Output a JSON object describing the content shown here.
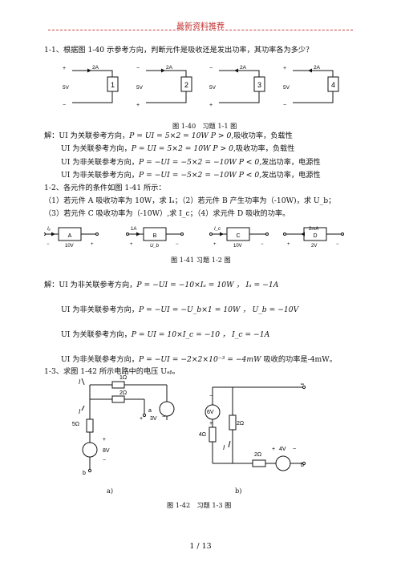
{
  "header": "最新资料推荐",
  "q1": {
    "question": "1-1、根据图 1-40 示参考方向，判断元件是吸收还是发出功率，其功率各为多少？",
    "elements": [
      {
        "num": "1",
        "current": "2A",
        "voltage": "5V",
        "top_sign": "+",
        "bottom_sign": "−"
      },
      {
        "num": "2",
        "current": "2A",
        "voltage": "5V",
        "top_sign": "−",
        "bottom_sign": "+"
      },
      {
        "num": "3",
        "current": "2A",
        "voltage": "5V",
        "top_sign": "−",
        "bottom_sign": "+"
      },
      {
        "num": "4",
        "current": "2A",
        "voltage": "5V",
        "top_sign": "+",
        "bottom_sign": "−"
      }
    ],
    "caption": "图 1-40　习题 1-1 图",
    "answers": [
      {
        "prefix": "解：",
        "lead": "UI 为关联参考方向，",
        "formula": "P = UI = 5×2 = 10W  P > 0",
        "result": ",吸收功率，负载性"
      },
      {
        "prefix": "",
        "lead": "UI 为关联参考方向，",
        "formula": "P = UI = 5×2 = 10W  P > 0",
        "result": ",吸收功率，负载性"
      },
      {
        "prefix": "",
        "lead": "UI 为非关联参考方向，",
        "formula": "P = −UI = −5×2 = −10W  P < 0",
        "result": ",发出功率，电源性"
      },
      {
        "prefix": "",
        "lead": "UI 为非关联参考方向，",
        "formula": "P = −UI = −5×2 = −10W  P < 0",
        "result": ",发出功率，电源性"
      }
    ]
  },
  "q2": {
    "title": "1-2、各元件的条件如图 1-41 所示：",
    "line1": "（1）若元件 A 吸收功率为 10W，求 Iₐ；（2）若元件 B 产生功率为（-10W)，求 U_b；",
    "line2": "（3）若元件 C 吸收功率为（-10W）,求 I_c；（4）求元件 D 吸收的功率。",
    "elements": [
      {
        "label": "A",
        "top": "Iₐ",
        "bottom": "10V",
        "left_sign": "−",
        "right_sign": "+"
      },
      {
        "label": "B",
        "top": "1A",
        "bottom": "U_b",
        "left_sign": "+",
        "right_sign": "−"
      },
      {
        "label": "C",
        "top": "I_c",
        "bottom": "10V",
        "left_sign": "+",
        "right_sign": "−"
      },
      {
        "label": "D",
        "top": "2mA",
        "bottom": "2V",
        "left_sign": "+",
        "right_sign": "−"
      }
    ],
    "caption": "图 1-41 习题 1-2 图",
    "answers": [
      {
        "prefix": "解：",
        "lead": "UI 为非关联参考方向，",
        "formula": "P = −UI = −10×Iₐ = 10W ， Iₐ = −1A",
        "tail": ""
      },
      {
        "prefix": "",
        "lead": "UI 为非关联参考方向，",
        "formula": "P = −UI = −U_b×1 = 10W ， U_b = −10V",
        "tail": ""
      },
      {
        "prefix": "",
        "lead": "UI 为关联参考方向，",
        "formula": "P = UI = 10×I_c = −10 ， I_c = −1A",
        "tail": ""
      },
      {
        "prefix": "",
        "lead": "UI 为非关联参考方向，",
        "formula": "P = −UI = −2×2×10⁻³ = −4mW",
        "tail": " 吸收的功率是-4mW。"
      }
    ]
  },
  "q3": {
    "title": "1-3、求图 1-42 所示电路中的电压 Uₐᵦ。",
    "circuit_a": {
      "r1": "1Ω",
      "r2": "2Ω",
      "r3": "5Ω",
      "src": "8V",
      "vs": "3V",
      "cur": "I",
      "node_a": "a",
      "node_b": "b",
      "sub": "a)"
    },
    "circuit_b": {
      "src": "6V",
      "r1": "2Ω",
      "r2": "4Ω",
      "r3": "2Ω",
      "vs": "4V",
      "cur": "I",
      "node_a": "a",
      "node_b": "b",
      "sub": "b)"
    },
    "caption": "图 1-42　习题 1-3 图"
  },
  "footer": {
    "page": "1 / 13"
  }
}
